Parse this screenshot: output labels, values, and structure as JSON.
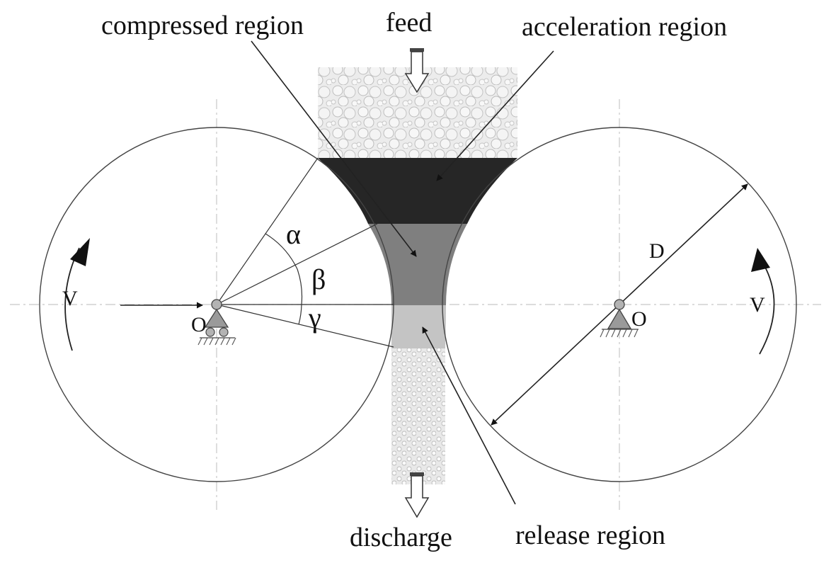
{
  "labels": {
    "feed": "feed",
    "compressed_region": "compressed region",
    "acceleration_region": "acceleration region",
    "discharge": "discharge",
    "release_region": "release region",
    "alpha": "α",
    "beta": "β",
    "gamma": "γ",
    "diameter": "D",
    "velocity_left": "V",
    "velocity_right": "V",
    "origin_left": "O",
    "origin_right": "O"
  },
  "colors": {
    "acceleration_region": "#262626",
    "compressed_region": "#7f7f7f",
    "release_region": "#c4c4c4",
    "feed_material": "#ececec",
    "line": "#333333",
    "pin": "#9a9a9a"
  },
  "icons": {
    "feed_arrow": "down-arrow-icon",
    "discharge_arrow": "down-arrow-icon",
    "rotation_left": "curved-arrow-icon",
    "rotation_right": "curved-arrow-icon",
    "support_left": "pin-support-icon",
    "support_right": "pin-support-icon"
  }
}
